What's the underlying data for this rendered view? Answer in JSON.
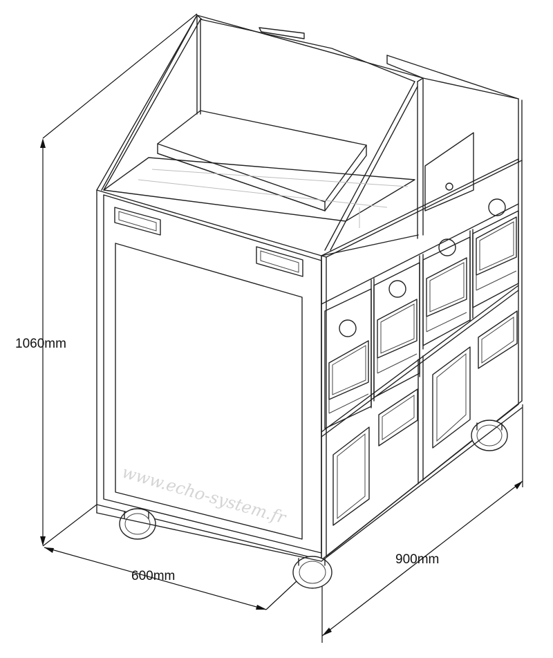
{
  "dimensions": {
    "height": "1060mm",
    "depth": "600mm",
    "width": "900mm"
  },
  "watermark": "www.echo-system.fr",
  "colors": {
    "line": "#222222",
    "background": "#ffffff",
    "watermark": "#d4d4d4"
  }
}
